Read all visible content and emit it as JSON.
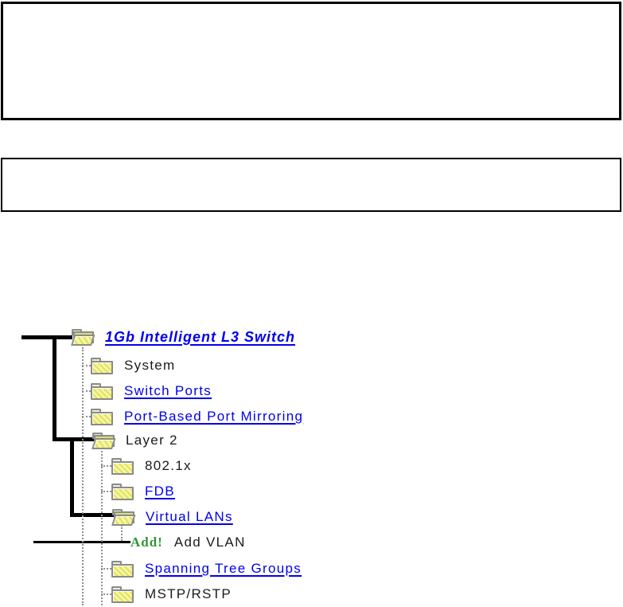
{
  "figure": {
    "note_boxes": [
      {
        "id": "top",
        "text": ""
      },
      {
        "id": "middle",
        "text": ""
      }
    ]
  },
  "tree": {
    "items": [
      {
        "label": "1Gb Intelligent L3 Switch",
        "level": 0,
        "icon": "open-folder",
        "link": true
      },
      {
        "label": "System",
        "level": 1,
        "icon": "closed-folder",
        "link": false
      },
      {
        "label": "Switch Ports",
        "level": 1,
        "icon": "closed-folder",
        "link": true
      },
      {
        "label": "Port-Based Port Mirroring",
        "level": 1,
        "icon": "closed-folder",
        "link": true
      },
      {
        "label": "Layer 2",
        "level": 1,
        "icon": "open-folder",
        "link": false
      },
      {
        "label": "802.1x",
        "level": 2,
        "icon": "closed-folder",
        "link": false
      },
      {
        "label": "FDB",
        "level": 2,
        "icon": "closed-folder",
        "link": true
      },
      {
        "label": "Virtual LANs",
        "level": 2,
        "icon": "open-folder",
        "link": true
      },
      {
        "label": "Add VLAN",
        "level": 3,
        "icon": "add-action",
        "badge": "Add!",
        "link": false
      },
      {
        "label": "Spanning Tree Groups",
        "level": 2,
        "icon": "closed-folder",
        "link": true
      },
      {
        "label": "MSTP/RSTP",
        "level": 2,
        "icon": "closed-folder",
        "link": false
      }
    ]
  },
  "colors": {
    "link_blue": "#0000EE",
    "text_black": "#1b1b1b",
    "add_green": "#2E9632",
    "folder_yellow": "#F0F08C",
    "callout_line": "#000000",
    "guide_dotted": "#8F8F8F"
  }
}
